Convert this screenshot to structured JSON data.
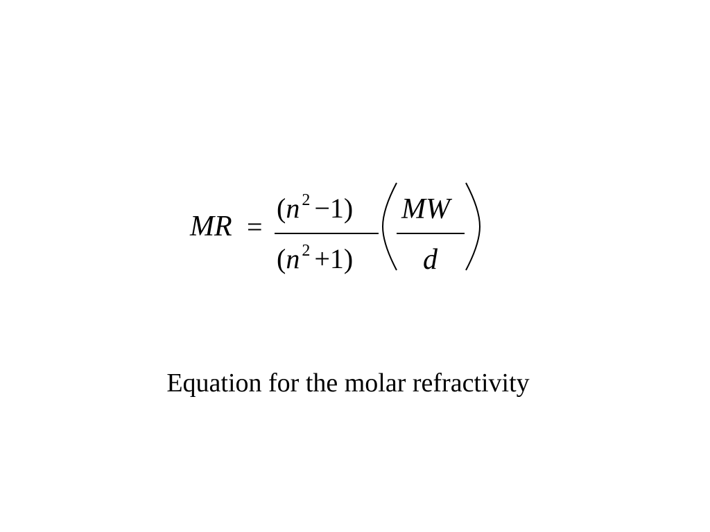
{
  "equation": {
    "lhs": "MR",
    "equals": "=",
    "numerator": {
      "open": "(",
      "var": "n",
      "exp": "2",
      "op": "−",
      "const": "1",
      "close": ")"
    },
    "denominator": {
      "open": "(",
      "var": "n",
      "exp": "2",
      "op": "+",
      "const": "1",
      "close": ")"
    },
    "factor_numerator": "MW",
    "factor_denominator": "d"
  },
  "caption": "Equation for the molar refractivity"
}
